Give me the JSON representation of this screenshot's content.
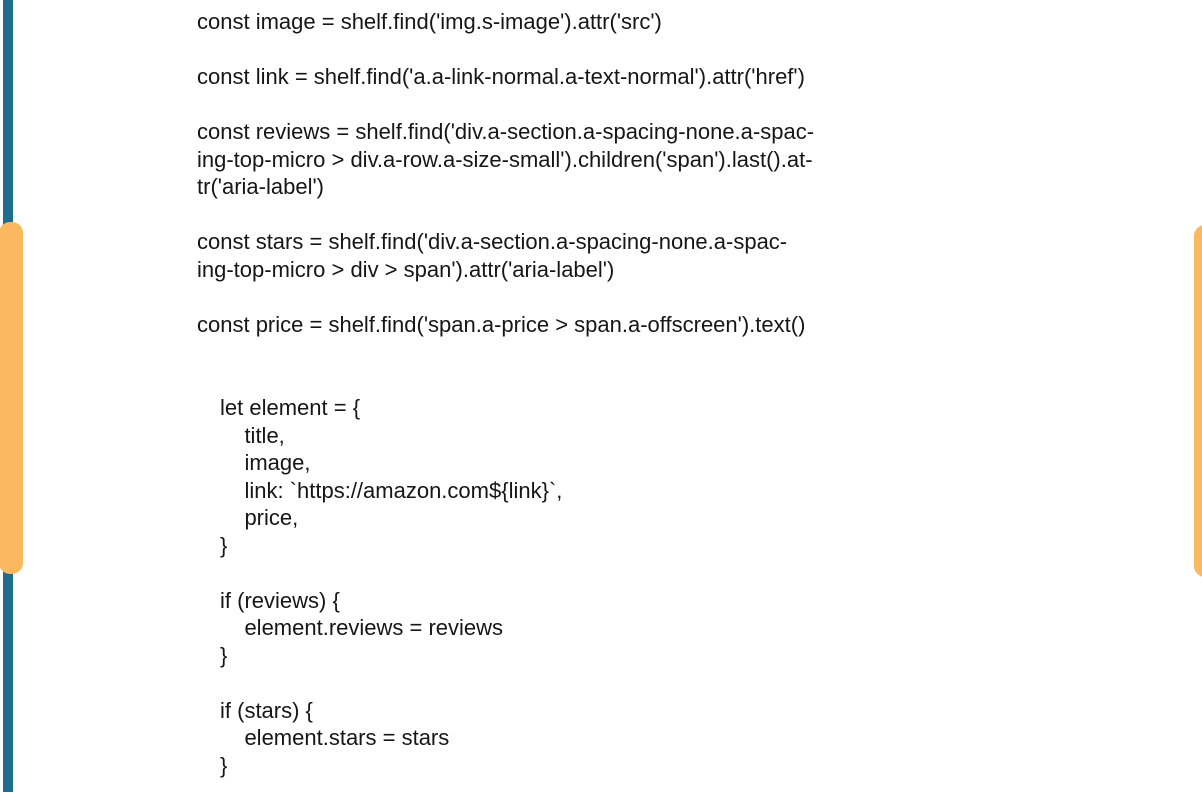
{
  "decor": {
    "teal_color": "#1F6D8A",
    "orange_color": "#FBB95F",
    "text_color": "#161616",
    "background_color": "#ffffff"
  },
  "code": {
    "selector_block": {
      "lines": [
        "const image = shelf.find('img.s-image').attr('src')",
        "",
        "const link = shelf.find('a.a-link-normal.a-text-normal').attr('href')",
        "",
        "const reviews = shelf.find('div.a-section.a-spacing-none.a-spac-",
        "ing-top-micro > div.a-row.a-size-small').children('span').last().at-",
        "tr('aria-label')",
        "",
        "const stars = shelf.find('div.a-section.a-spacing-none.a-spac-",
        "ing-top-micro > div > span').attr('aria-label')",
        "",
        "const price = shelf.find('span.a-price > span.a-offscreen').text()"
      ]
    },
    "element_block": {
      "lines": [
        "let element = {",
        "    title,",
        "    image,",
        "    link: `https://amazon.com${link}`,",
        "    price,",
        "}",
        "",
        "if (reviews) {",
        "    element.reviews = reviews",
        "}",
        "",
        "if (stars) {",
        "    element.stars = stars",
        "}"
      ]
    }
  }
}
